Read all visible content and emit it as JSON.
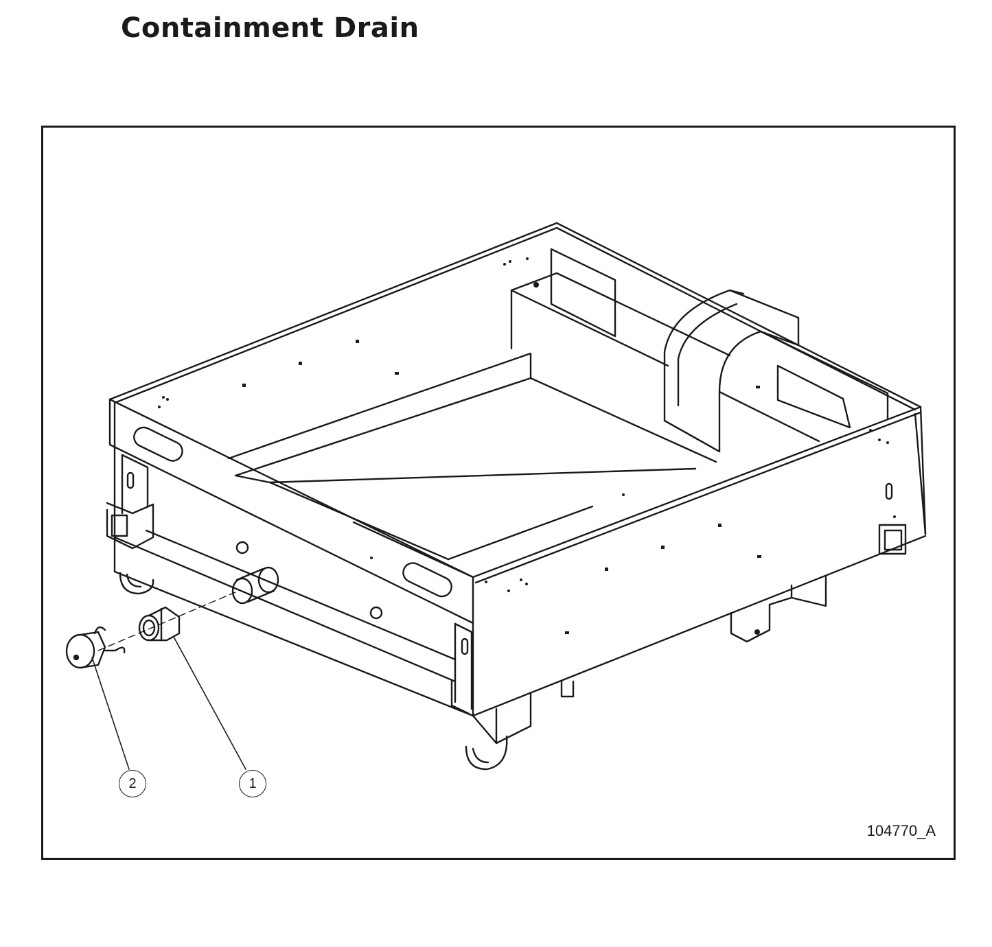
{
  "title": "Containment Drain",
  "drawing_number": "104770_A",
  "callouts": [
    {
      "label": "1",
      "part": "drain fitting"
    },
    {
      "label": "2",
      "part": "drain cap"
    }
  ],
  "colors": {
    "line": "#1a1a1a",
    "background": "#ffffff"
  }
}
